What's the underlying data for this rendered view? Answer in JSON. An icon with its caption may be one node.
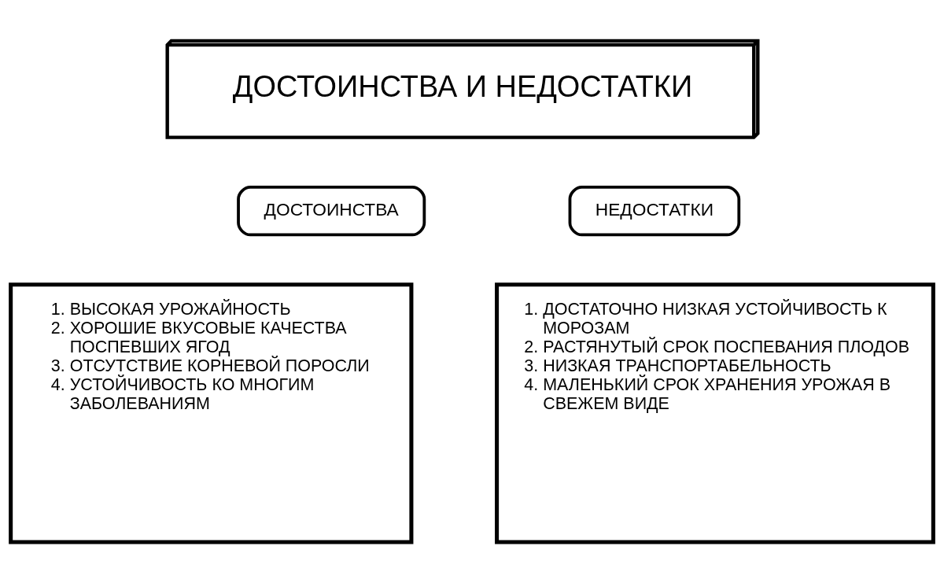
{
  "diagram": {
    "nodes": [
      {
        "text": [
          "ДОСТОИНСТВА И НЕДОСТАТКИ"
        ]
      },
      {
        "text": [
          "ДОСТОИНСТВА"
        ]
      },
      {
        "text": [
          "НЕДОСТАТКИ"
        ]
      },
      {
        "text": [
          "1. ВЫСОКАЯ УРОЖАЙНОСТЬ",
          "2. ХОРОШИЕ ВКУСОВЫЕ КАЧЕСТВА ПОСПЕВШИХ ЯГОД",
          "3. ОТСУТСТВИЕ КОРНЕВОЙ ПОРОСЛИ",
          "4. УСТОЙЧИВОСТЬ КО МНОГИМ ЗАБОЛЕВАНИЯМ"
        ]
      },
      {
        "text": [
          "1. ДОСТАТОЧНО НИЗКАЯ УСТОЙЧИВОСТЬ К МОРОЗАМ",
          "2. РАСТЯНУТЫЙ СРОК ПОСПЕВАНИЯ ПЛОДОВ",
          "3. НИЗКАЯ ТРАНСПОРТАБЕЛЬНОСТЬ",
          "4. МАЛЕНЬКИЙ СРОК ХРАНЕНИЯ УРОЖАЯ В СВЕЖЕМ ВИДЕ"
        ]
      }
    ]
  }
}
